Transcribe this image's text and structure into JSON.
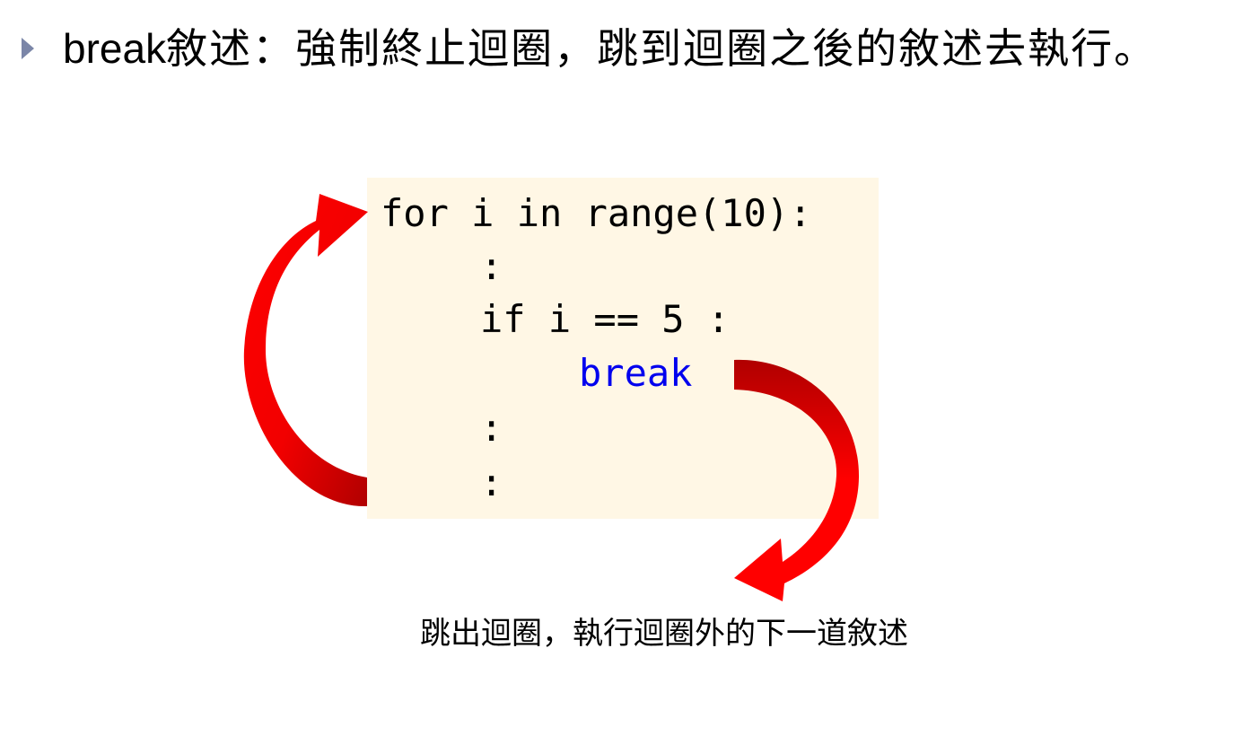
{
  "bullet": {
    "keyword": "break",
    "text": "敘述：強制終止迴圈，跳到迴圈之後的敘述去執行。"
  },
  "code": {
    "lines": [
      "for i in range(10):",
      ":",
      "if i == 5 :",
      "break",
      ":",
      ":"
    ]
  },
  "caption": "跳出迴圈，執行迴圈外的下一道敘述",
  "colors": {
    "arrow_red": "#ff0000",
    "arrow_dark_red": "#b00000",
    "code_bg": "#fff7e5",
    "keyword_blue": "#0000ee",
    "bullet_marker": "#7b86a8"
  },
  "icons": {
    "bullet": "triangle-right-icon",
    "loop_back_arrow": "curved-arrow-left-icon",
    "break_out_arrow": "curved-arrow-right-icon"
  }
}
